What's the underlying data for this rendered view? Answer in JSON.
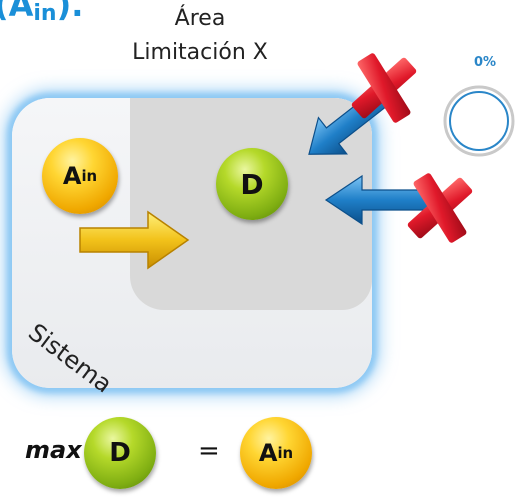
{
  "heading": {
    "open": "(A",
    "sub": "in",
    "close": ")."
  },
  "area": {
    "line1": "Área",
    "line2": "Limitación X"
  },
  "system": {
    "label": "Sistema"
  },
  "nodes": {
    "input": {
      "letter": "A",
      "sub": "in"
    },
    "destination": {
      "letter": "D"
    }
  },
  "equation": {
    "operator": "max",
    "lhs": {
      "letter": "D"
    },
    "equals": "=",
    "rhs": {
      "letter": "A",
      "sub": "in"
    }
  },
  "progress": {
    "label": "0%",
    "value": 0
  },
  "colors": {
    "heading": "#1a8fd8",
    "system_glow": "#8ec9f4",
    "arrow_yellow": "#f2c21a",
    "arrow_blue": "#1f7fc8",
    "cross_red": "#e0192a",
    "ball_gold": "#f0a800",
    "ball_green": "#7fae12"
  },
  "icons": [
    "yellow-right-arrow",
    "blue-arrow",
    "red-cross-icon",
    "progress-ring"
  ]
}
